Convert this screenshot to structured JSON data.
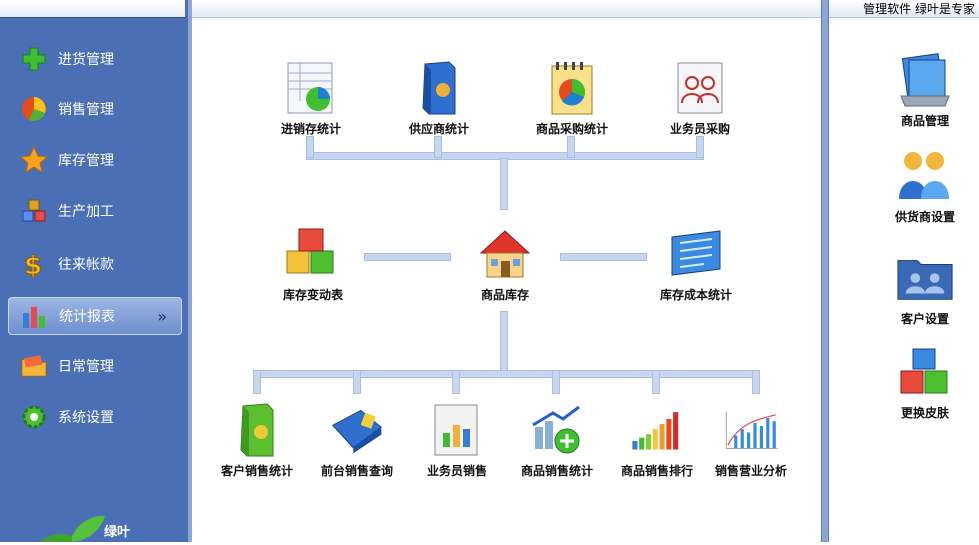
{
  "header": {
    "right_title": "管理软件  绿叶是专家"
  },
  "sidebar": {
    "items": [
      {
        "label": "进货管理",
        "icon": "plus-icon"
      },
      {
        "label": "销售管理",
        "icon": "pie-icon"
      },
      {
        "label": "库存管理",
        "icon": "star-icon"
      },
      {
        "label": "生产加工",
        "icon": "cubes-icon"
      },
      {
        "label": "往来帐款",
        "icon": "dollar-icon"
      },
      {
        "label": "统计报表",
        "icon": "bar-chart-icon",
        "active": true
      },
      {
        "label": "日常管理",
        "icon": "folder-icon"
      },
      {
        "label": "系统设置",
        "icon": "gear-icon"
      }
    ],
    "logo_text": "绿叶"
  },
  "center": {
    "top_row": [
      "进销存统计",
      "供应商统计",
      "商品采购统计",
      "业务员采购"
    ],
    "middle_row": [
      "库存变动表",
      "商品库存",
      "库存成本统计"
    ],
    "bottom_row": [
      "客户销售统计",
      "前台销售查询",
      "业务员销售",
      "商品销售统计",
      "商品销售排行",
      "销售营业分析"
    ]
  },
  "right": {
    "items": [
      "商品管理",
      "供货商设置",
      "客户设置",
      "更换皮肤"
    ]
  },
  "colors": {
    "sidebar_bg": "#4a6fb5",
    "connector": "#c6d6ee",
    "active_item": "#8aa7dc"
  }
}
